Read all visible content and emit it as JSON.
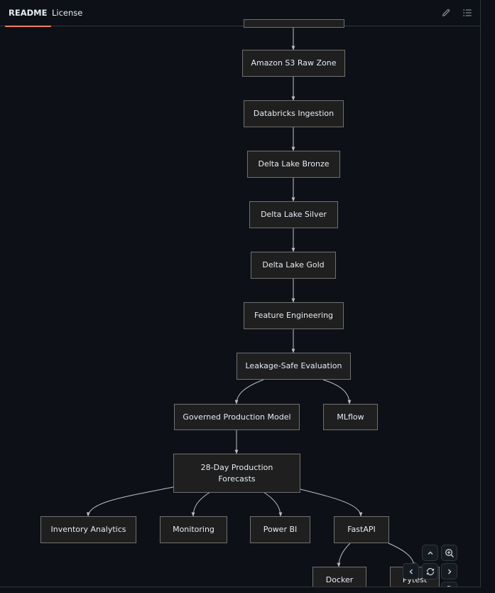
{
  "tabs": [
    {
      "label": "README",
      "active": true
    },
    {
      "label": "License",
      "active": false
    }
  ],
  "header_icons": [
    "pencil-icon",
    "list-icon"
  ],
  "diagram": {
    "nodes": {
      "s3": "Amazon S3 Raw Zone",
      "ingest": "Databricks Ingestion",
      "bronze": "Delta Lake Bronze",
      "silver": "Delta Lake Silver",
      "gold": "Delta Lake Gold",
      "features": "Feature Engineering",
      "eval": "Leakage-Safe Evaluation",
      "model": "Governed Production Model",
      "mlflow": "MLflow",
      "forecasts": "28-Day Production\nForecasts",
      "inventory": "Inventory Analytics",
      "monitoring": "Monitoring",
      "powerbi": "Power BI",
      "fastapi": "FastAPI",
      "docker": "Docker",
      "pytest": "Pytest"
    }
  },
  "controls": [
    "up-icon",
    "zoom-in-icon",
    "left-icon",
    "reset-icon",
    "right-icon",
    "zoom-out-icon"
  ],
  "colors": {
    "background": "#0d1117",
    "node_fill": "#1f1f1f",
    "node_border": "#707070",
    "edge": "#bfbfbf",
    "active_tab_underline": "#f78166"
  }
}
